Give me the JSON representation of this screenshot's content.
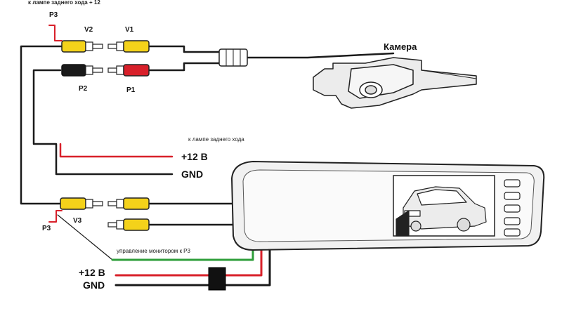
{
  "labels": {
    "top_lamp": "к лампе заднего хода + 12",
    "p3_top": "P3",
    "v2": "V2",
    "v1": "V1",
    "p2": "P2",
    "p1": "P1",
    "camera": "Камера",
    "lamp_mid": "к лампе заднего хода",
    "plus12_mid": "+12 В",
    "gnd_mid": "GND",
    "v3": "V3",
    "p3_bottom": "P3",
    "monitor_ctrl": "управление монитором к P3",
    "plus12_bottom": "+12 В",
    "gnd_bottom": "GND"
  },
  "colors": {
    "yellow": "#f4d21a",
    "red_plug": "#d8202a",
    "black_plug": "#1a1a1a",
    "red_wire": "#d8202a",
    "green_wire": "#2e9e3a",
    "wire": "#1a1a1a"
  },
  "icons": {
    "camera": "rear-camera-icon",
    "mirror": "rear-view-mirror-monitor",
    "car": "car-on-screen-icon",
    "fuse": "fuse-icon"
  }
}
